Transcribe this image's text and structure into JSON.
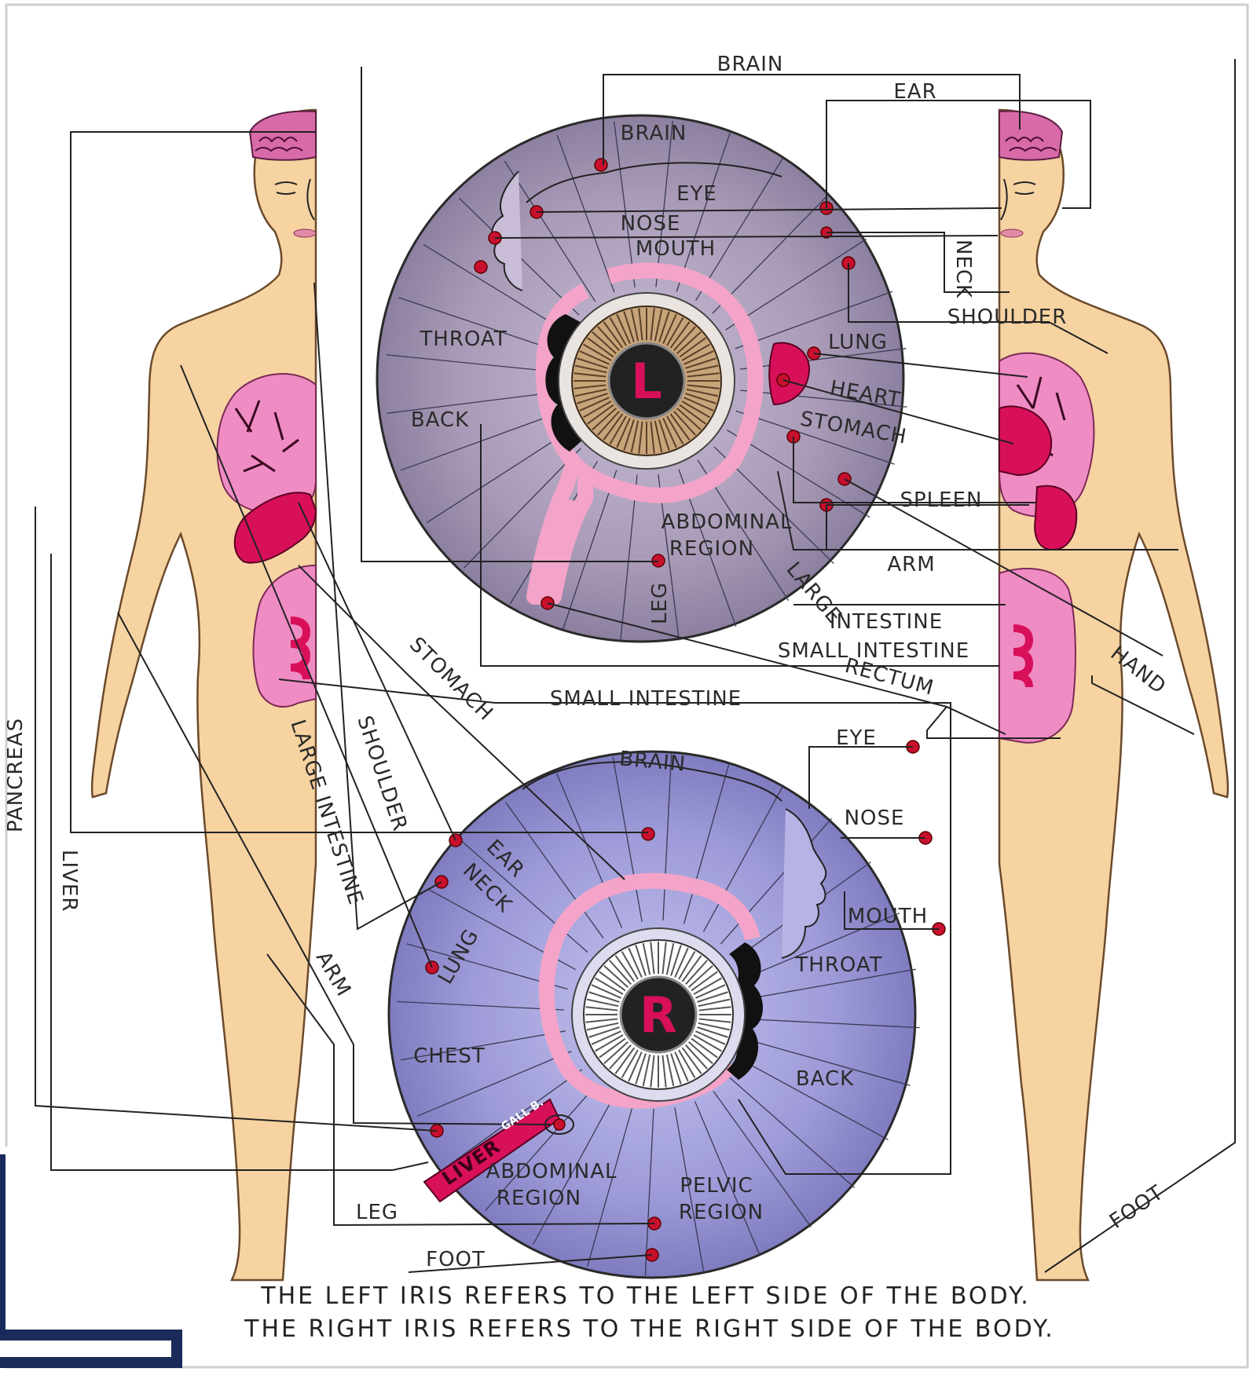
{
  "footer": {
    "line1": "THE LEFT IRIS REFERS TO THE LEFT SIDE OF THE BODY.",
    "line2": "THE RIGHT IRIS REFERS TO THE RIGHT SIDE OF THE BODY."
  },
  "left_iris": {
    "pupil_letter": "L",
    "labels": {
      "top_cut": "BRAIN",
      "ear": "EAR",
      "brain": "BRAIN",
      "eye": "EYE",
      "nose": "NOSE",
      "mouth": "MOUTH",
      "neck": "NECK",
      "shoulder": "SHOULDER",
      "throat": "THROAT",
      "lung": "LUNG",
      "heart": "HEART",
      "back": "BACK",
      "stomach": "STOMACH",
      "spleen": "SPLEEN",
      "abdominal_1": "ABDOMINAL",
      "abdominal_2": "REGION",
      "arm": "ARM",
      "leg": "LEG",
      "large": "LARGE",
      "intestine": "INTESTINE",
      "small_intestine": "SMALL INTESTINE",
      "rectum": "RECTUM",
      "hand": "HAND"
    }
  },
  "right_iris": {
    "pupil_letter": "R",
    "labels": {
      "small_intestine": "SMALL INTESTINE",
      "stomach": "STOMACH",
      "shoulder": "SHOULDER",
      "large_intestine": "LARGE INTESTINE",
      "pancreas": "PANCREAS",
      "liver_side": "LIVER",
      "arm": "ARM",
      "brain": "BRAIN",
      "eye": "EYE",
      "nose": "NOSE",
      "mouth": "MOUTH",
      "ear": "EAR",
      "neck": "NECK",
      "lung": "LUNG",
      "throat": "THROAT",
      "chest": "CHEST",
      "back": "BACK",
      "liver": "LIVER",
      "gall": "GALL B.",
      "abdominal_1": "ABDOMINAL",
      "abdominal_2": "REGION",
      "pelvic_1": "PELVIC",
      "pelvic_2": "REGION",
      "leg": "LEG",
      "foot": "FOOT",
      "foot_right": "FOOT"
    }
  },
  "colors": {
    "skin": "#f7d3a2",
    "skin_outline": "#6b4a2a",
    "organ_pink": "#f08cc4",
    "organ_red": "#d8105a",
    "iris_left": "#a89ab5",
    "iris_right": "#9a98d6",
    "collarette": "#f4a4c8",
    "pupil_ring": "#c8a47a",
    "dot": "#c8102e"
  }
}
